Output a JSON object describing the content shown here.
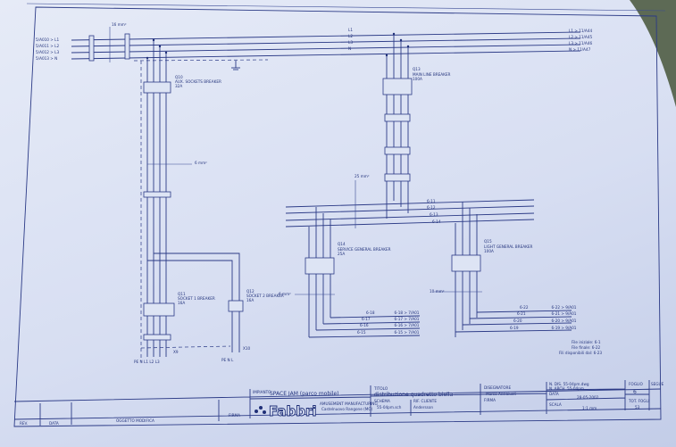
{
  "inputs": [
    {
      "src": "5/A010",
      "phase": "L1"
    },
    {
      "src": "5/A011",
      "phase": "L2"
    },
    {
      "src": "5/A012",
      "phase": "L3"
    },
    {
      "src": "5/A013",
      "phase": "N"
    }
  ],
  "main_bus": {
    "labels": [
      "L1",
      "L2",
      "L3",
      "N"
    ],
    "cable": "16 mm²"
  },
  "outputs": [
    {
      "phase": "L1",
      "dest": "11/A44"
    },
    {
      "phase": "L2",
      "dest": "11/A45"
    },
    {
      "phase": "L3",
      "dest": "11/A46"
    },
    {
      "phase": "N",
      "dest": "11/A47"
    }
  ],
  "breakers": {
    "q10": {
      "id": "Q10",
      "name": "AUX. SOCKETS BREAKER",
      "rating": "32A"
    },
    "q13": {
      "id": "Q13",
      "name": "MAIN LINE BREAKER",
      "rating": "100A"
    },
    "q14": {
      "id": "Q14",
      "name": "SERVICE GENERAL BREAKER",
      "rating": "25A"
    },
    "q15": {
      "id": "Q15",
      "name": "LIGHT GENERAL BREAKER",
      "rating": "100A"
    },
    "q11": {
      "id": "Q11",
      "name": "SOCKET 1 BREAKER",
      "rating": "16A"
    },
    "q12": {
      "id": "Q12",
      "name": "SOCKET 2 BREAKER",
      "rating": "16A"
    }
  },
  "cables": {
    "aux": "6 mm²",
    "sub": "25 mm²",
    "service": "6 mm²",
    "light": "10 mm²"
  },
  "sub_bus": [
    "6-11",
    "6-12",
    "6-13",
    "6-14"
  ],
  "service_outputs": [
    {
      "wire": "6-18",
      "tag": "6-18",
      "dest": "7/A01"
    },
    {
      "wire": "6-17",
      "tag": "6-17",
      "dest": "7/A01"
    },
    {
      "wire": "6-16",
      "tag": "6-16",
      "dest": "7/A01"
    },
    {
      "wire": "6-15",
      "tag": "6-15",
      "dest": "7/A01"
    }
  ],
  "light_outputs": [
    {
      "wire": "6-22",
      "tag": "6-22",
      "dest": "9/A01"
    },
    {
      "wire": "6-21",
      "tag": "6-21",
      "dest": "9/A01"
    },
    {
      "wire": "6-20",
      "tag": "6-20",
      "dest": "9/A01"
    },
    {
      "wire": "6-19",
      "tag": "6-19",
      "dest": "9/A01"
    }
  ],
  "terminals": {
    "x9": "X9",
    "x9_pins": [
      "PE",
      "N",
      "L1",
      "L2",
      "L3"
    ],
    "x10": "X10",
    "x10_pins": [
      "PE",
      "N",
      "L"
    ]
  },
  "wire_summary": [
    {
      "label": "File iniziale:",
      "value": "6-1"
    },
    {
      "label": "File finale:",
      "value": "6-22"
    },
    {
      "label": "Fili disponibili dal:",
      "value": "6-23"
    }
  ],
  "title_block": {
    "rev_label": "REV.",
    "date_label": "DATA",
    "change_label": "OGGETTO MODIFICA",
    "sign_label": "FIRMA",
    "plant_label": "IMPIANTO",
    "plant": "SPACE JAM (parco mobile)",
    "company_logo": "Fabbri",
    "company_line1": "AMUSEMENT MANUFACTURING",
    "company_line2": "Castelnuovo Rangone (MO)",
    "title_label": "TITOLO",
    "title": "distribuzione quadretto biella",
    "scheme_label": "SCHEMA",
    "scheme": "55-04pm.sch",
    "client_label": "RIF. CLIENTE",
    "client": "Andersson",
    "designer_label": "DISEGNATORE",
    "designer": "Marco Acciaiuoli",
    "sign2_label": "FIRMA",
    "drawing_no": "N. DIS. 55-04pm.dwg",
    "archive_no": "N. ARCH. 55-04pm",
    "date_label2": "DATA",
    "date": "28-05-2002",
    "scale_label": "SCALA",
    "scale": "1:1 mm",
    "sheet_label": "FOGLIO",
    "sheet": "6",
    "next_label": "SEGUE",
    "total_label": "TOT. FOGLI",
    "total": "53"
  }
}
